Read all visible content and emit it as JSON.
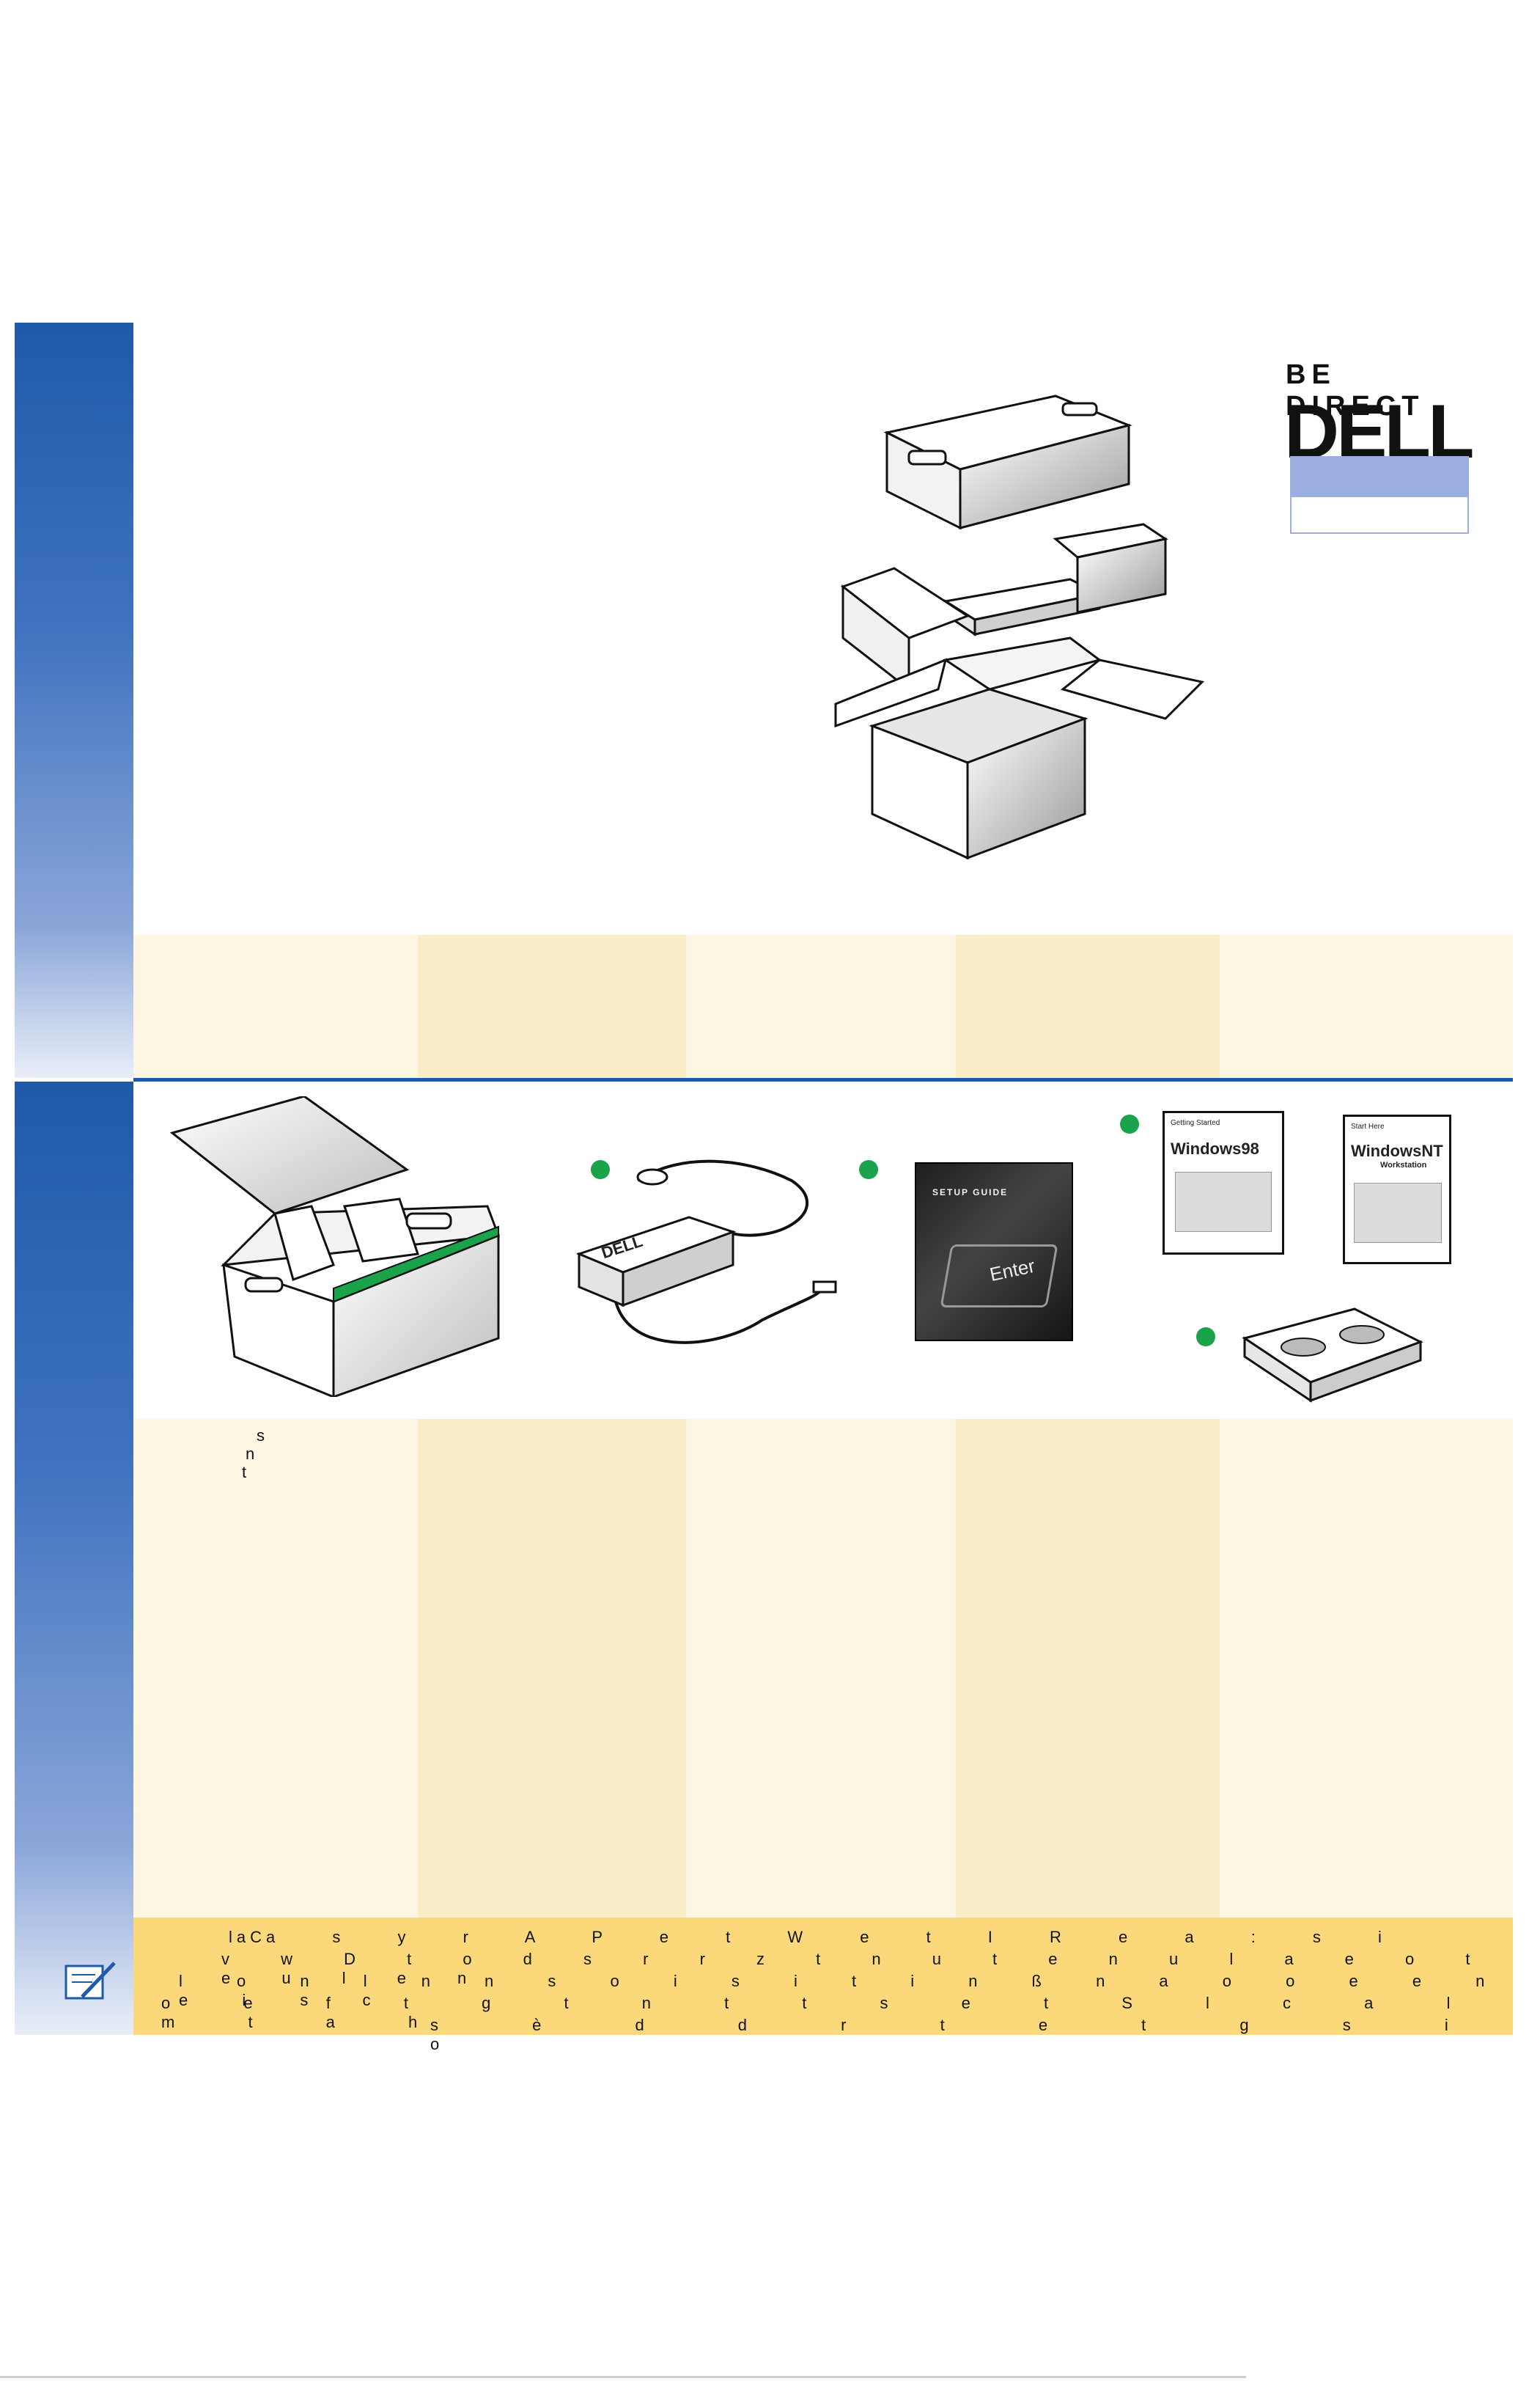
{
  "branding": {
    "tagline": "BE DIRECT",
    "logo": "DELL",
    "accent_color": "#1f5aa8",
    "badge_color": "#9aaee0"
  },
  "colors": {
    "sidebar_top": "#1f5aa8",
    "col_light": "#fdf6e3",
    "col_mid": "#fcedc9",
    "note_band": "#fbd97a",
    "bullet_green": "#1aa34a"
  },
  "contents": {
    "left_fragment": [
      "s",
      "n",
      "t"
    ]
  },
  "note": {
    "icon": "note-pencil-icon",
    "lines": [
      "laCa s y r A P e t W e t I R e a : s i",
      "v w D t o d s r r z t n u t e n u l a e o t e u l e n",
      "l o n l n n s o i s i t i n ß n a o o e e n e i s c",
      "o e f t g t n t t s e t S l c a l m t a h",
      "s è d d r t e t g s i o"
    ]
  },
  "products": {
    "win98_title": "Windows98",
    "win98_header": "Getting Started",
    "winnt_title": "WindowsNT",
    "winnt_sub": "Workstation",
    "winnt_header": "Start Here",
    "setup_guide_title": "SETUP GUIDE",
    "enter_key": "Enter",
    "adapter_brand": "DELL"
  }
}
